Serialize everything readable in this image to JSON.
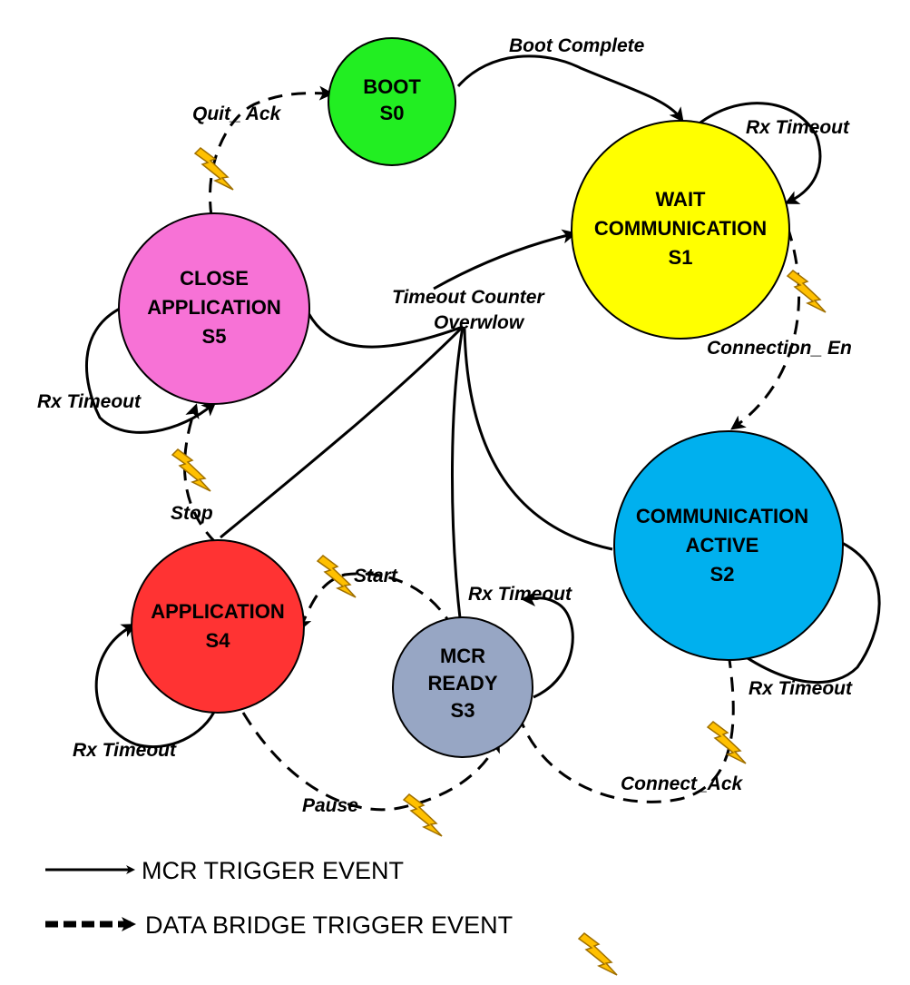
{
  "colors": {
    "boot": "#22ee22",
    "wait": "#ffff00",
    "active": "#00b0ee",
    "ready": "#97a6c4",
    "application": "#ff3333",
    "close": "#f772d6",
    "bolt": "#ffc000",
    "bolt_outline": "#a07000"
  },
  "states": {
    "s0": {
      "name": "BOOT",
      "id": "S0"
    },
    "s1": {
      "name_line1": "WAIT",
      "name_line2": "COMMUNICATION",
      "id": "S1"
    },
    "s2": {
      "name_line1": "COMMUNICATION",
      "name_line2": "ACTIVE",
      "id": "S2"
    },
    "s3": {
      "name_line1": "MCR",
      "name_line2": "READY",
      "id": "S3"
    },
    "s4": {
      "name": "APPLICATION",
      "id": "S4"
    },
    "s5": {
      "name_line1": "CLOSE",
      "name_line2": "APPLICATION",
      "id": "S5"
    }
  },
  "transitions": {
    "boot_complete": "Boot Complete",
    "quit_ack": "Quit_ Ack",
    "rx_timeout": "Rx Timeout",
    "timeout_overflow_line1": "Timeout Counter",
    "timeout_overflow_line2": "Overwlow",
    "connection_en": "Connection_ En",
    "stop": "Stop",
    "start": "Start",
    "pause": "Pause",
    "connect_ack": "Connect_Ack"
  },
  "legend": {
    "mcr": "MCR TRIGGER EVENT",
    "bridge": "DATA BRIDGE TRIGGER EVENT"
  }
}
